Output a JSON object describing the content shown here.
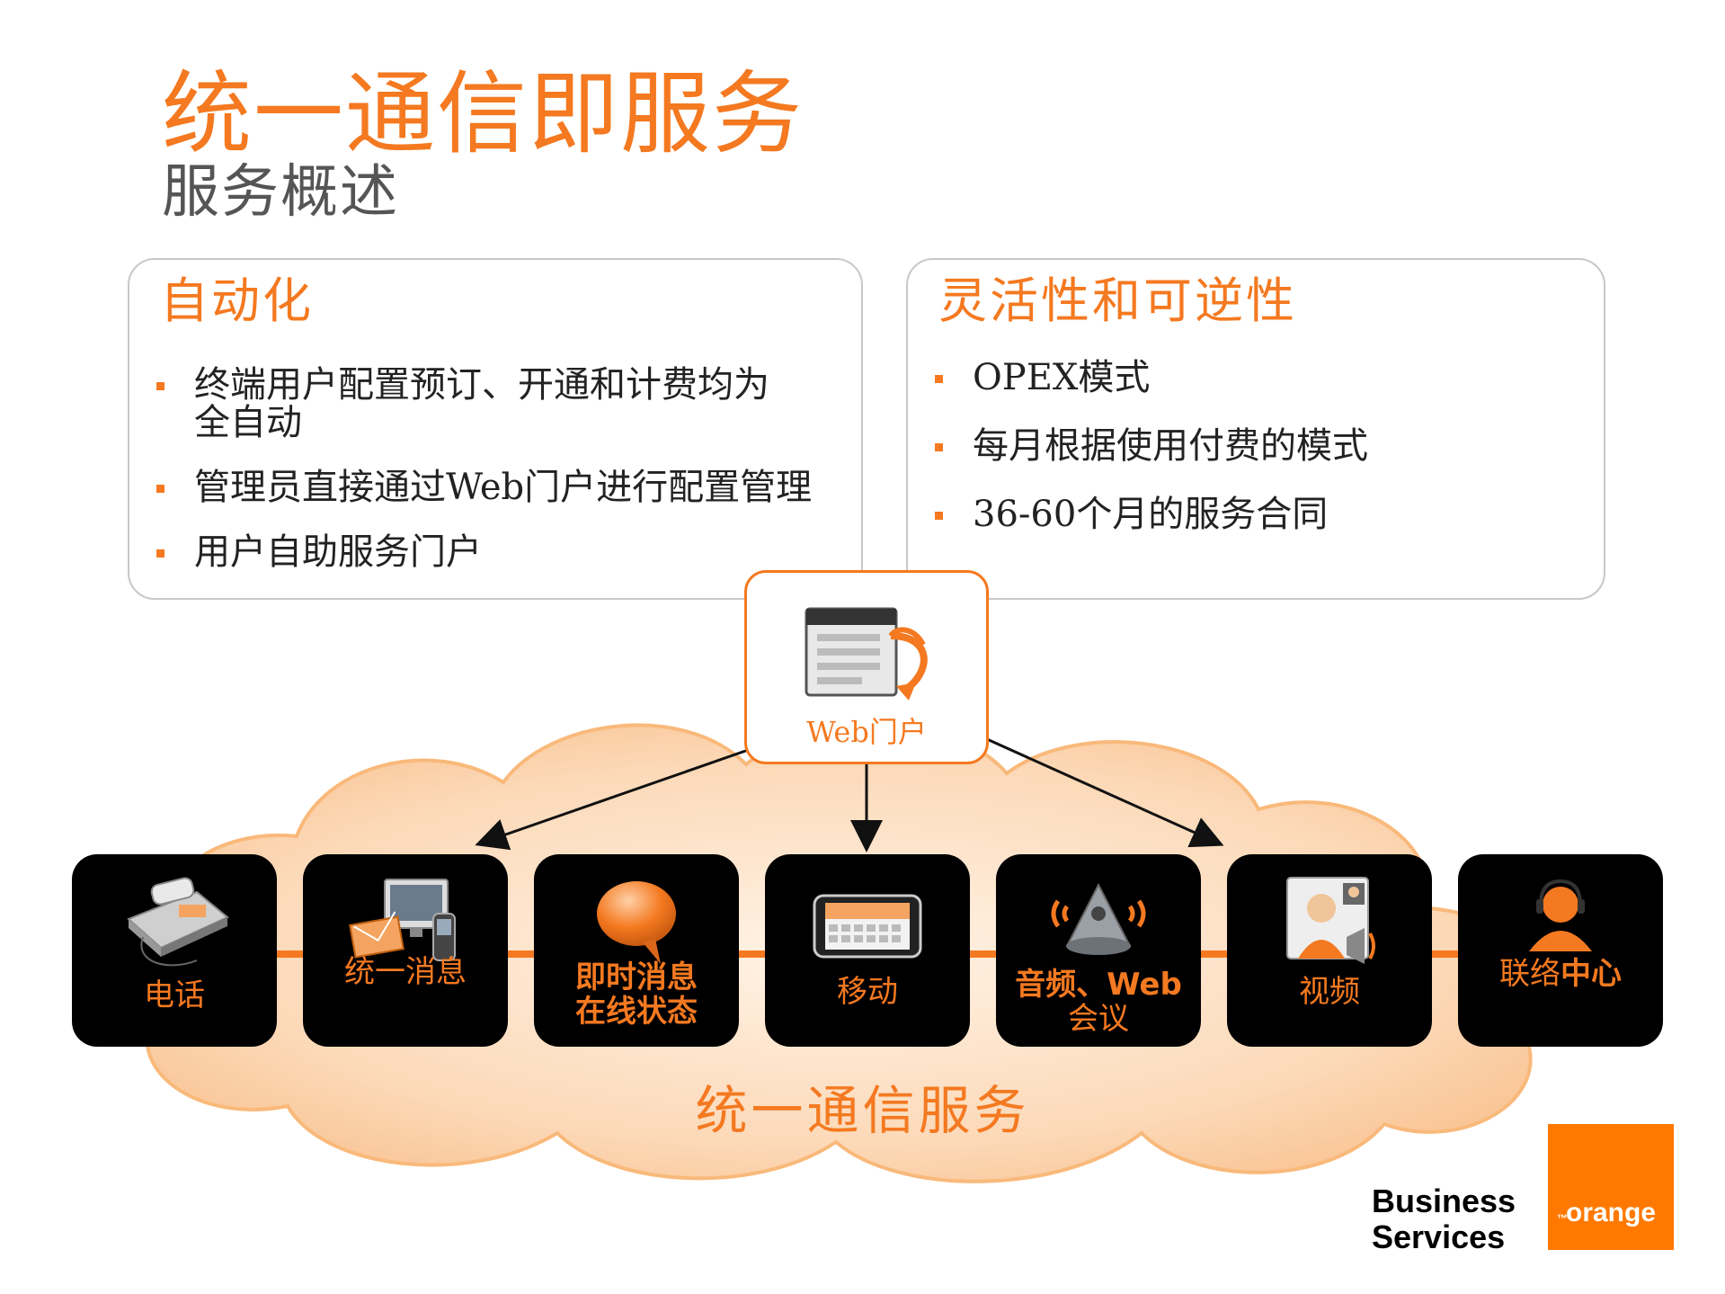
{
  "header": {
    "title": "统一通信即服务",
    "subtitle": "服务概述"
  },
  "panels": {
    "automation": {
      "title": "自动化",
      "bullets": [
        "终端用户配置预订、开通和计费均为全自动",
        "管理员直接通过Web门户进行配置管理",
        "用户自助服务门户"
      ]
    },
    "flexibility": {
      "title": "灵活性和可逆性",
      "bullets": [
        "OPEX模式",
        "每月根据使用付费的模式",
        "36-60个月的服务合同"
      ]
    }
  },
  "portal": {
    "label": "Web门户"
  },
  "services": [
    {
      "label": "电话",
      "icon": "phone-icon"
    },
    {
      "label": "统一消息",
      "icon": "unified-messaging-icon"
    },
    {
      "label_line1": "即时消息",
      "label_line2": "在线状态",
      "icon": "chat-bubble-icon"
    },
    {
      "label": "移动",
      "icon": "mobile-icon"
    },
    {
      "label_line1": "音频、Web",
      "label_line2": "会议",
      "icon": "conference-phone-icon"
    },
    {
      "label": "视频",
      "icon": "video-icon"
    },
    {
      "label_part1": "联络",
      "label_part2": "中心",
      "icon": "headset-agent-icon"
    }
  ],
  "cloud": {
    "label": "统一通信服务"
  },
  "brand": {
    "line1": "Business",
    "line2": "Services",
    "logo_text": "orange",
    "tm": "™"
  },
  "colors": {
    "accent": "#f47920",
    "cloud_fill": "#fcd9b8",
    "tile_bg": "#000000",
    "brand": "#ff7900"
  }
}
